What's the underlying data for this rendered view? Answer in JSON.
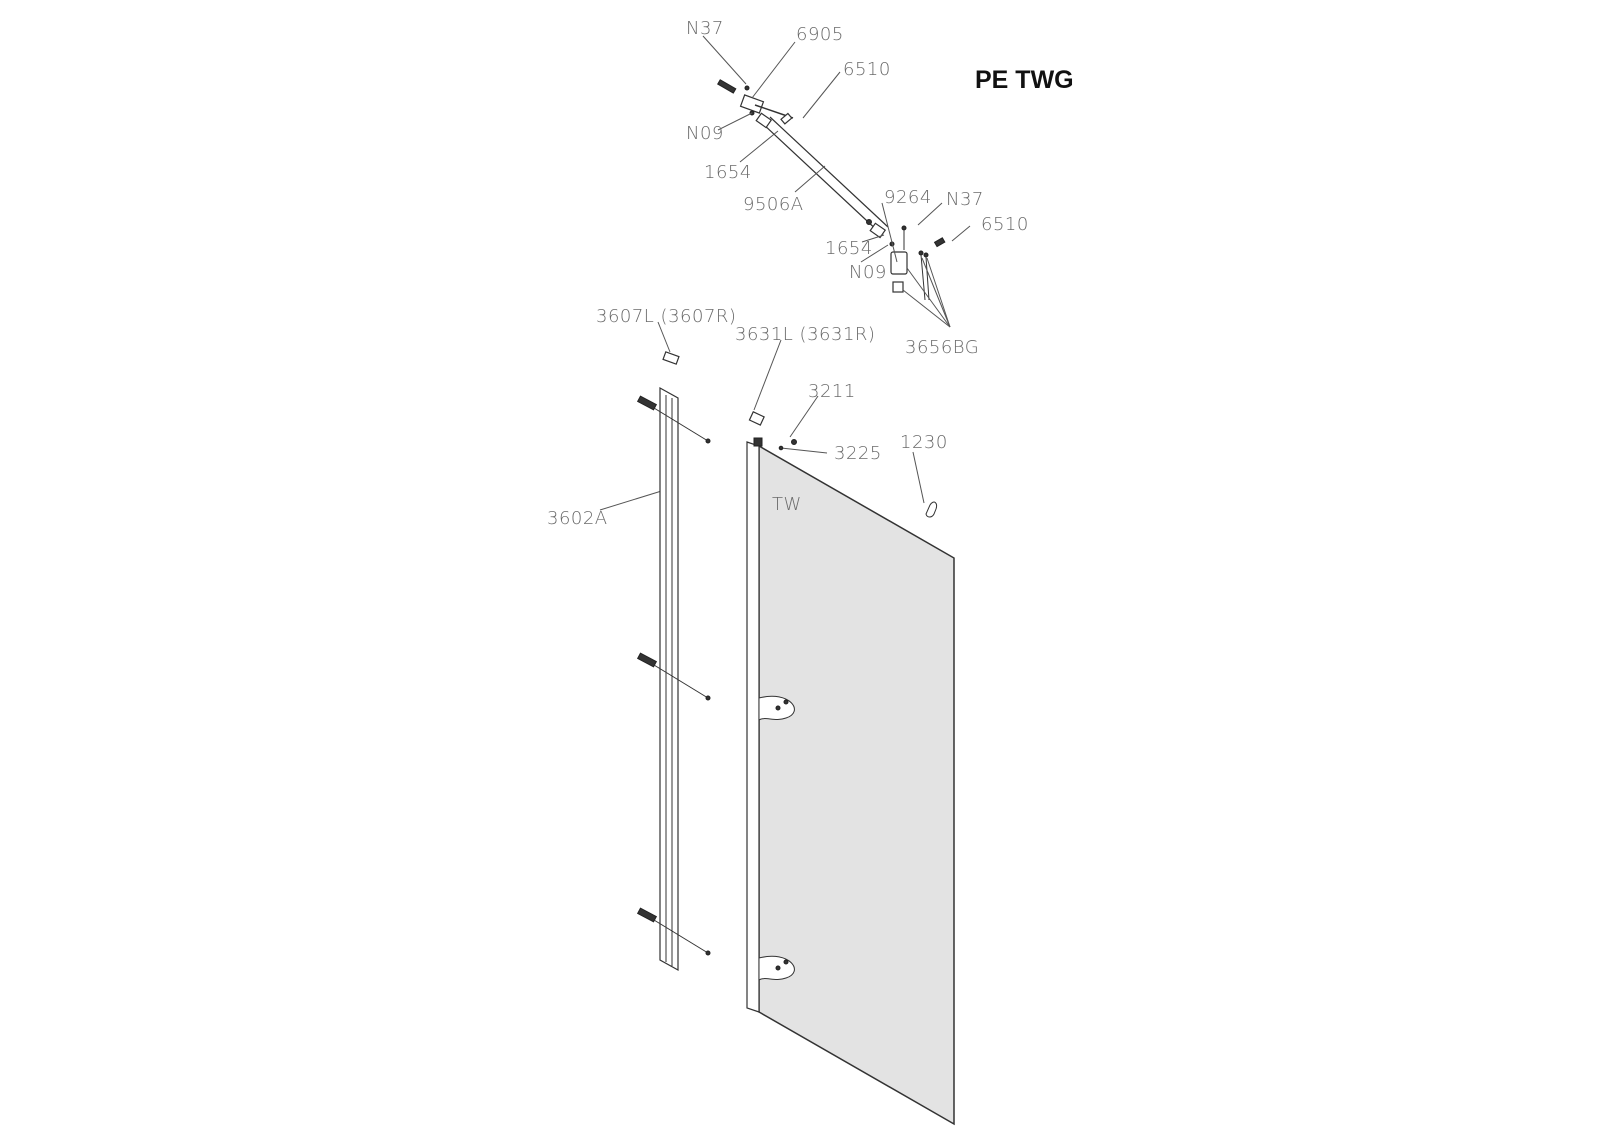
{
  "title": "PE TWG",
  "labels": {
    "n37_top": "N37",
    "p6905": "6905",
    "p6510_top": "6510",
    "n09_top": "N09",
    "p1654_top": "1654",
    "p9506a": "9506A",
    "p9264": "9264",
    "n37_right": "N37",
    "p6510_right": "6510",
    "p1654_bottom": "1654",
    "n09_bottom": "N09",
    "p3656bg": "3656BG",
    "p3607": "3607L (3607R)",
    "p3631": "3631L (3631R)",
    "p3211": "3211",
    "p3225": "3225",
    "p1230": "1230",
    "p3602a": "3602A",
    "tw": "TW"
  },
  "colors": {
    "glass": "#e3e3e3",
    "line": "#333333",
    "label": "#6a6a6a"
  }
}
